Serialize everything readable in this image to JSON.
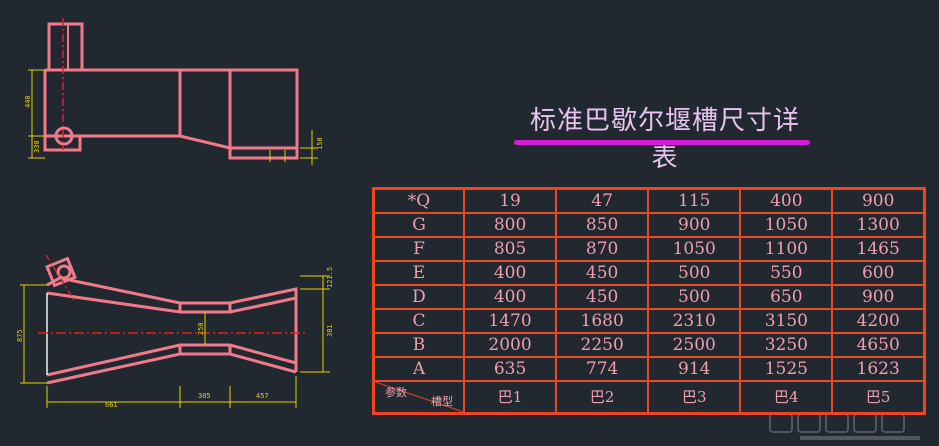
{
  "drawing": {
    "colors": {
      "background": "#212830",
      "outline": "#f07a8a",
      "centerline": "#e02020",
      "dimension": "#e8d000",
      "title_text": "#e8c3f0",
      "underline": "#d81bd8",
      "table_border": "#e64a28",
      "table_text": "#ee9fb0"
    },
    "elevation_view": {
      "dims": {
        "height": "440",
        "base": "330",
        "right_drop": "150"
      }
    },
    "plan_view": {
      "dims": {
        "left_width": "875",
        "throat_width": "250",
        "right_width": "381",
        "right_top": "121.5",
        "inlet_length": "661",
        "throat_length": "305",
        "outlet_length": "457"
      }
    }
  },
  "title": "标准巴歇尔堰槽尺寸详表",
  "table": {
    "corner_top": "参数",
    "corner_bottom": "槽型",
    "rows": [
      {
        "label": "*Q",
        "values": [
          "19",
          "47",
          "115",
          "400",
          "900"
        ]
      },
      {
        "label": "G",
        "values": [
          "800",
          "850",
          "900",
          "1050",
          "1300"
        ]
      },
      {
        "label": "F",
        "values": [
          "805",
          "870",
          "1050",
          "1100",
          "1465"
        ]
      },
      {
        "label": "E",
        "values": [
          "400",
          "450",
          "500",
          "550",
          "600"
        ]
      },
      {
        "label": "D",
        "values": [
          "400",
          "450",
          "500",
          "650",
          "900"
        ]
      },
      {
        "label": "C",
        "values": [
          "1470",
          "1680",
          "2310",
          "3150",
          "4200"
        ]
      },
      {
        "label": "B",
        "values": [
          "2000",
          "2250",
          "2500",
          "3250",
          "4650"
        ]
      },
      {
        "label": "A",
        "values": [
          "635",
          "774",
          "914",
          "1525",
          "1623"
        ]
      }
    ],
    "types": [
      "巴1",
      "巴2",
      "巴3",
      "巴4",
      "巴5"
    ]
  }
}
